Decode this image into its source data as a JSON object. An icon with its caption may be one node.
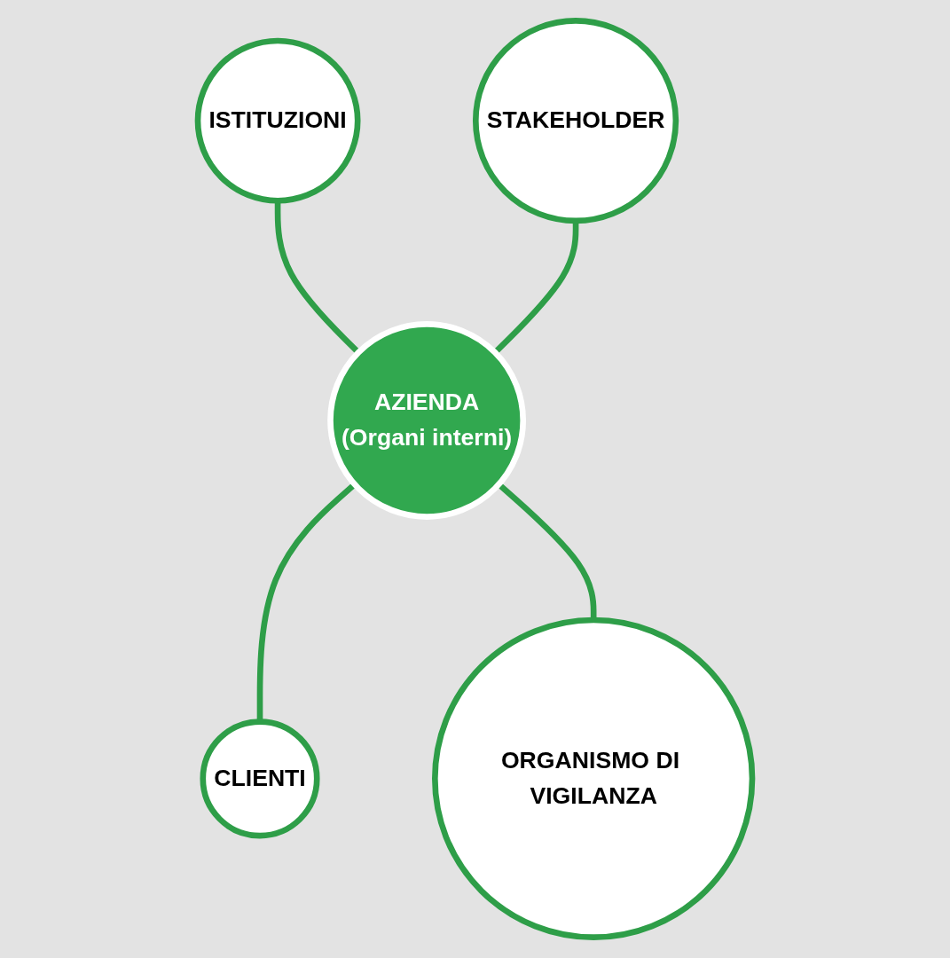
{
  "diagram": {
    "nodes": [
      {
        "text": [
          "ISTITUZIONI"
        ]
      },
      {
        "text": [
          "STAKEHOLDER"
        ]
      },
      {
        "text": [
          "AZIENDA",
          "(Organi interni)"
        ]
      },
      {
        "text": [
          "CLIENTI"
        ]
      },
      {
        "text": [
          "ORGANISMO DI VIGILANZA"
        ]
      }
    ],
    "edges": [
      {
        "from": 0,
        "to": 2,
        "arrow": "none"
      },
      {
        "from": 1,
        "to": 2,
        "arrow": "none"
      },
      {
        "from": 2,
        "to": 3,
        "arrow": "none"
      },
      {
        "from": 2,
        "to": 4,
        "arrow": "none"
      }
    ]
  }
}
